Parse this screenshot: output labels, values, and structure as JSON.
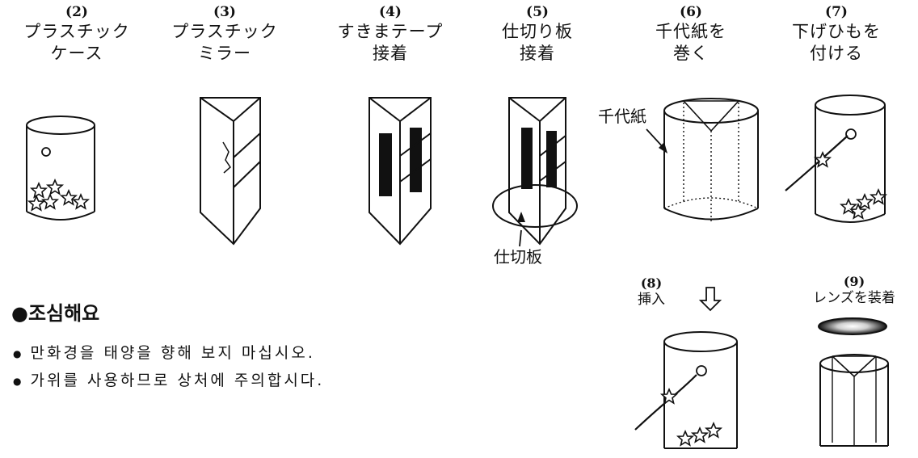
{
  "steps": [
    {
      "num": "(2)",
      "line1": "プラスチック",
      "line2": "ケース"
    },
    {
      "num": "(3)",
      "line1": "プラスチック",
      "line2": "ミラー"
    },
    {
      "num": "(4)",
      "line1": "すきまテープ",
      "line2": "接着"
    },
    {
      "num": "(5)",
      "line1": "仕切り板",
      "line2": "接着"
    },
    {
      "num": "(6)",
      "line1": "千代紙を",
      "line2": "巻く"
    },
    {
      "num": "(7)",
      "line1": "下げひもを",
      "line2": "付ける"
    }
  ],
  "step8": {
    "num": "(8)",
    "label": "挿入"
  },
  "step9": {
    "num": "(9)",
    "label": "レンズを装着"
  },
  "labels": {
    "chiyogami": "千代紙",
    "partition": "仕切板"
  },
  "caution": {
    "title": "●조심해요",
    "items": [
      "만화경을 태양을 향해 보지 마십시오.",
      "가위를 사용하므로 상처에 주의합시다."
    ]
  }
}
